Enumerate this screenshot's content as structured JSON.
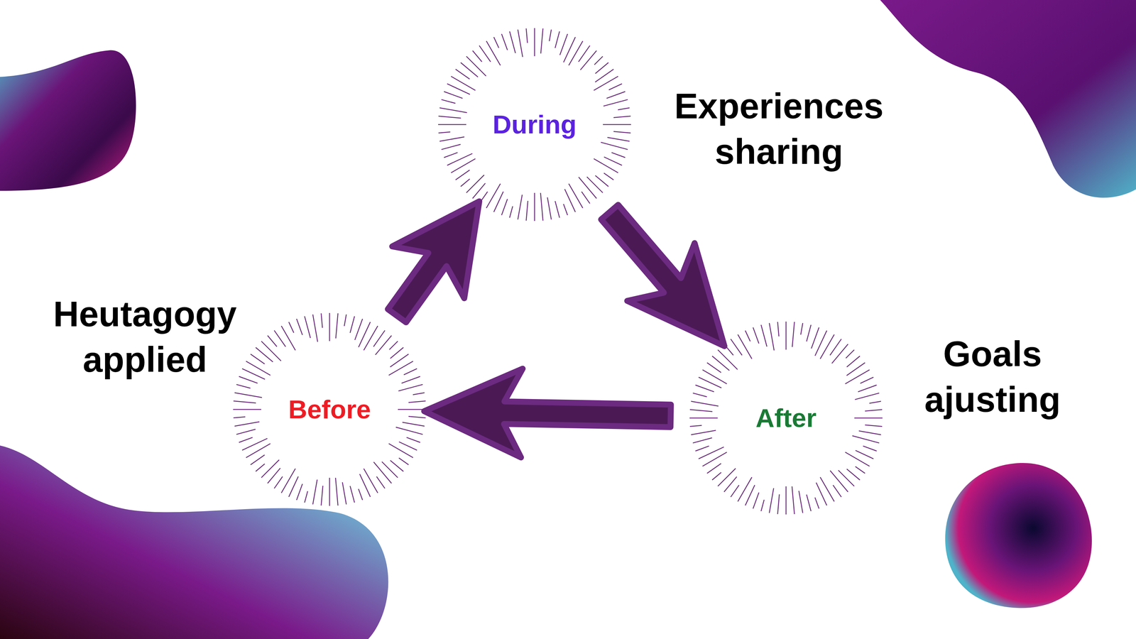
{
  "diagram": {
    "nodes": [
      {
        "text": [
          "During"
        ]
      },
      {
        "text": [
          "Before"
        ]
      },
      {
        "text": [
          "After"
        ]
      }
    ],
    "edges": [
      {
        "from": 1,
        "to": 0,
        "arrow": "to"
      },
      {
        "from": 0,
        "to": 2,
        "arrow": "to"
      },
      {
        "from": 2,
        "to": 1,
        "arrow": "to"
      }
    ],
    "labels": [
      "Experiences sharing",
      "Heutagogy applied",
      "Goals ajusting"
    ]
  }
}
